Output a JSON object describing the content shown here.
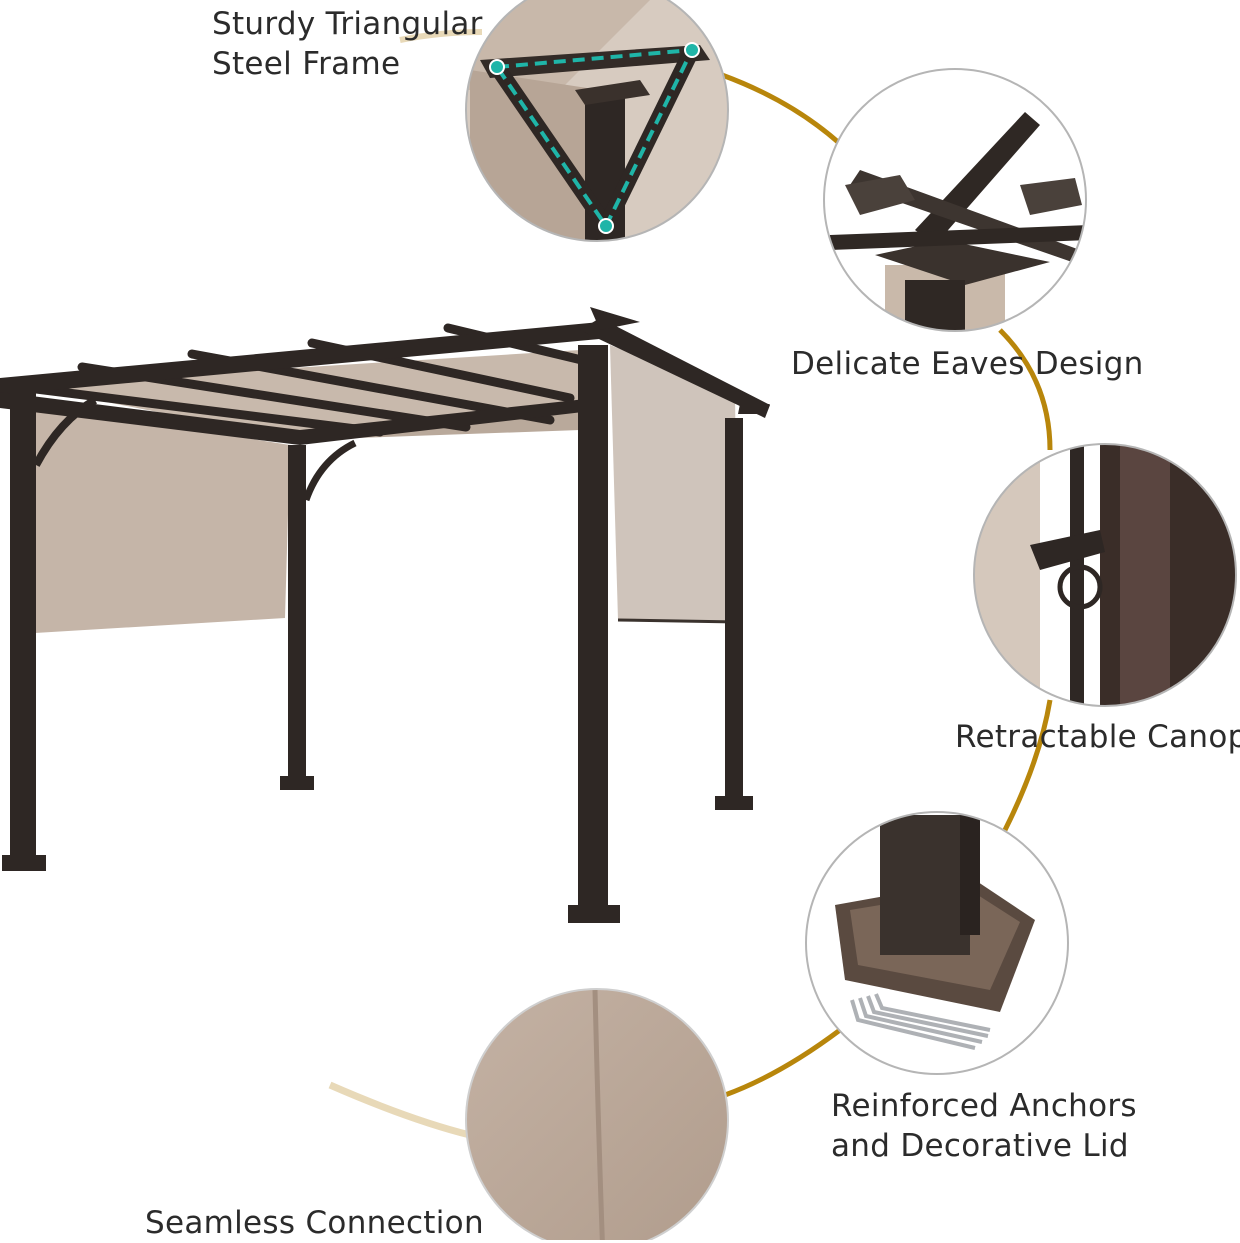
{
  "features": {
    "frame": {
      "line1": "Sturdy Triangular",
      "line2": "Steel Frame",
      "icon": "triangle-frame-detail"
    },
    "eaves": {
      "label": "Delicate Eaves Design",
      "icon": "eaves-joint-detail"
    },
    "canopy": {
      "label": "Retractable Canopy",
      "icon": "canopy-ring-detail"
    },
    "anchors": {
      "line1": "Reinforced Anchors",
      "line2": "and Decorative Lid",
      "icon": "anchor-base-detail"
    },
    "seamless": {
      "label": "Seamless Connection",
      "icon": "fabric-seam-detail"
    }
  },
  "colors": {
    "frame": "#2e2724",
    "canopy": "#c9bcb0",
    "accent_line": "#b8860b",
    "highlight": "#1fb5a8"
  }
}
